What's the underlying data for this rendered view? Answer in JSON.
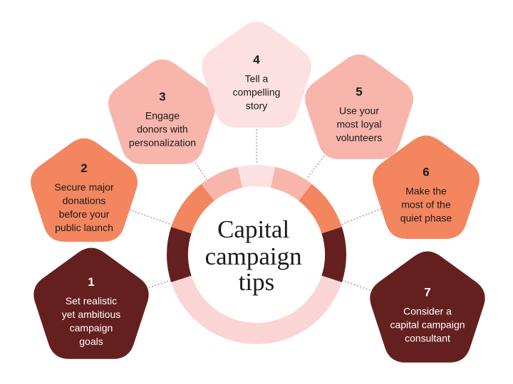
{
  "title_lines": [
    "Capital",
    "campaign",
    "tips"
  ],
  "colors": {
    "darkest": "#64201e",
    "orange": "#f3865f",
    "salmon": "#f7b5ab",
    "pale": "#fde0e1",
    "ring_base": "#fbd5d5",
    "connector": "#6f6f6f"
  },
  "tips": [
    {
      "number": "1",
      "lines": [
        "Set realistic",
        "yet ambitious",
        "campaign",
        "goals"
      ]
    },
    {
      "number": "2",
      "lines": [
        "Secure major",
        "donations",
        "before your",
        "public launch"
      ]
    },
    {
      "number": "3",
      "lines": [
        "Engage",
        "donors with",
        "personalization"
      ]
    },
    {
      "number": "4",
      "lines": [
        "Tell a",
        "compelling",
        "story"
      ]
    },
    {
      "number": "5",
      "lines": [
        "Use your",
        "most loyal",
        "volunteers"
      ]
    },
    {
      "number": "6",
      "lines": [
        "Make the",
        "most of the",
        "quiet phase"
      ]
    },
    {
      "number": "7",
      "lines": [
        "Consider a",
        "capital campaign",
        "consultant"
      ]
    }
  ]
}
